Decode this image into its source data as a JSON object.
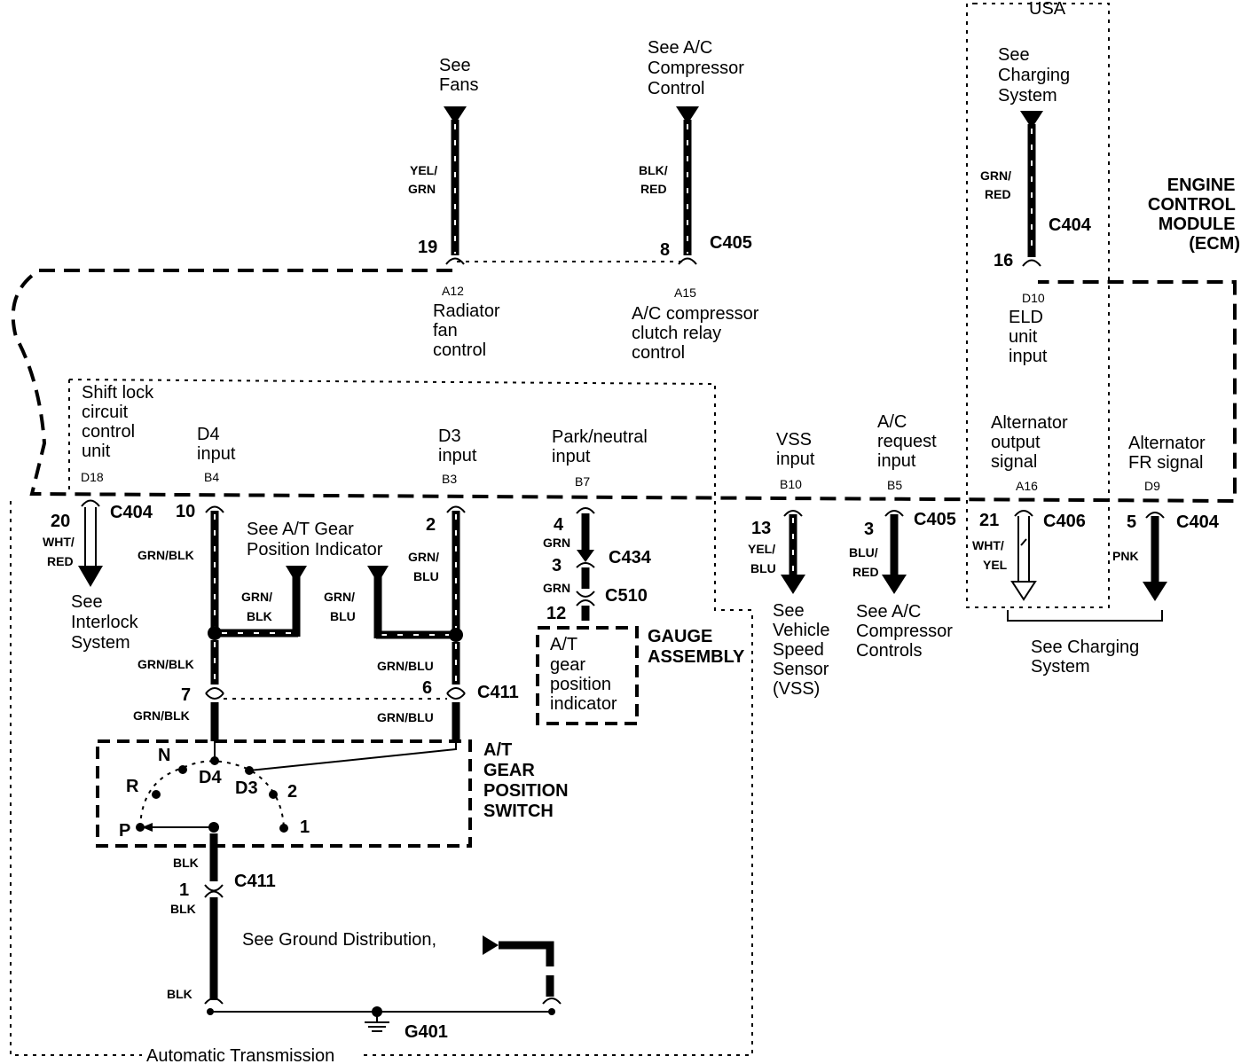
{
  "module": {
    "title_lines": [
      "ENGINE",
      "CONTROL",
      "MODULE",
      "(ECM)"
    ]
  },
  "region_usa": "USA",
  "top": {
    "fans_ref": [
      "See",
      "Fans"
    ],
    "ac_ref": [
      "See A/C",
      "Compressor",
      "Control"
    ],
    "charging_ref": [
      "See",
      "Charging",
      "System"
    ],
    "fans_wire": [
      "YEL/",
      "GRN"
    ],
    "ac_wire": [
      "BLK/",
      "RED"
    ],
    "charging_wire": [
      "GRN/",
      "RED"
    ],
    "fans_pin": "19",
    "ac_pin": "8",
    "charging_pin": "16",
    "c405": "C405",
    "c404": "C404"
  },
  "ecm_top_terms": [
    {
      "code": "A12",
      "lines": [
        "Radiator",
        "fan",
        "control"
      ]
    },
    {
      "code": "A15",
      "lines": [
        "A/C compressor",
        "clutch relay",
        "control"
      ]
    },
    {
      "code": "D10",
      "lines": [
        "ELD",
        "unit",
        "input"
      ]
    }
  ],
  "ecm_bottom_terms": [
    {
      "code": "D18",
      "lines": [
        "Shift lock",
        "circuit",
        "control",
        "unit"
      ]
    },
    {
      "code": "B4",
      "lines": [
        "D4",
        "input"
      ]
    },
    {
      "code": "B3",
      "lines": [
        "D3",
        "input"
      ]
    },
    {
      "code": "B7",
      "lines": [
        "Park/neutral",
        "input"
      ]
    },
    {
      "code": "B10",
      "lines": [
        "VSS",
        "input"
      ]
    },
    {
      "code": "B5",
      "lines": [
        "A/C",
        "request",
        "input"
      ]
    },
    {
      "code": "A16",
      "lines": [
        "Alternator",
        "output",
        "signal"
      ]
    },
    {
      "code": "D9",
      "lines": [
        "Alternator",
        "FR signal"
      ]
    }
  ],
  "lower": {
    "d18_pin": "20",
    "d18_conn": "C404",
    "d18_wire": [
      "WHT/",
      "RED"
    ],
    "interlock_ref": [
      "See",
      "Interlock",
      "System"
    ],
    "b4_pin": "10",
    "b4_wire": "GRN/BLK",
    "gear_ind_ref": [
      "See A/T Gear",
      "Position Indicator"
    ],
    "gear_ind_wire1": [
      "GRN/",
      "BLK"
    ],
    "gear_ind_wire2": [
      "GRN/",
      "BLU"
    ],
    "b3_pin": "2",
    "b3_wire": [
      "GRN/",
      "BLU"
    ],
    "b7_pin1": "4",
    "b7_wire1": "GRN",
    "b7_conn1": "C434",
    "b7_pin2": "3",
    "b7_wire2": "GRN",
    "b7_conn2": "C510",
    "b7_pin3": "12",
    "gauge_box": [
      "A/T",
      "gear",
      "position",
      "indicator"
    ],
    "gauge_title": [
      "GAUGE",
      "ASSEMBLY"
    ],
    "b10_pin": "13",
    "b10_wire": [
      "YEL/",
      "BLU"
    ],
    "vss_ref": [
      "See",
      "Vehicle",
      "Speed",
      "Sensor",
      "(VSS)"
    ],
    "b5_pin": "3",
    "b5_wire": [
      "BLU/",
      "RED"
    ],
    "b5_conn": "C405",
    "ac_ctrl_ref": [
      "See A/C",
      "Compressor",
      "Controls"
    ],
    "a16_pin": "21",
    "a16_wire": [
      "WHT/",
      "YEL"
    ],
    "a16_conn": "C406",
    "d9_pin": "5",
    "d9_wire": "PNK",
    "d9_conn": "C404",
    "charging_ref2": [
      "See Charging",
      "System"
    ],
    "grn_blk": "GRN/BLK",
    "grn_blu": "GRN/BLU",
    "pin7": "7",
    "pin6": "6",
    "c411": "C411",
    "switch_title": [
      "A/T",
      "GEAR",
      "POSITION",
      "SWITCH"
    ],
    "positions": [
      "N",
      "D4",
      "D3",
      "2",
      "R",
      "P",
      "1"
    ],
    "blk": "BLK",
    "pin1": "1",
    "ground_ref": "See Ground Distribution,",
    "g401": "G401",
    "auto_trans": "Automatic Transmission"
  }
}
